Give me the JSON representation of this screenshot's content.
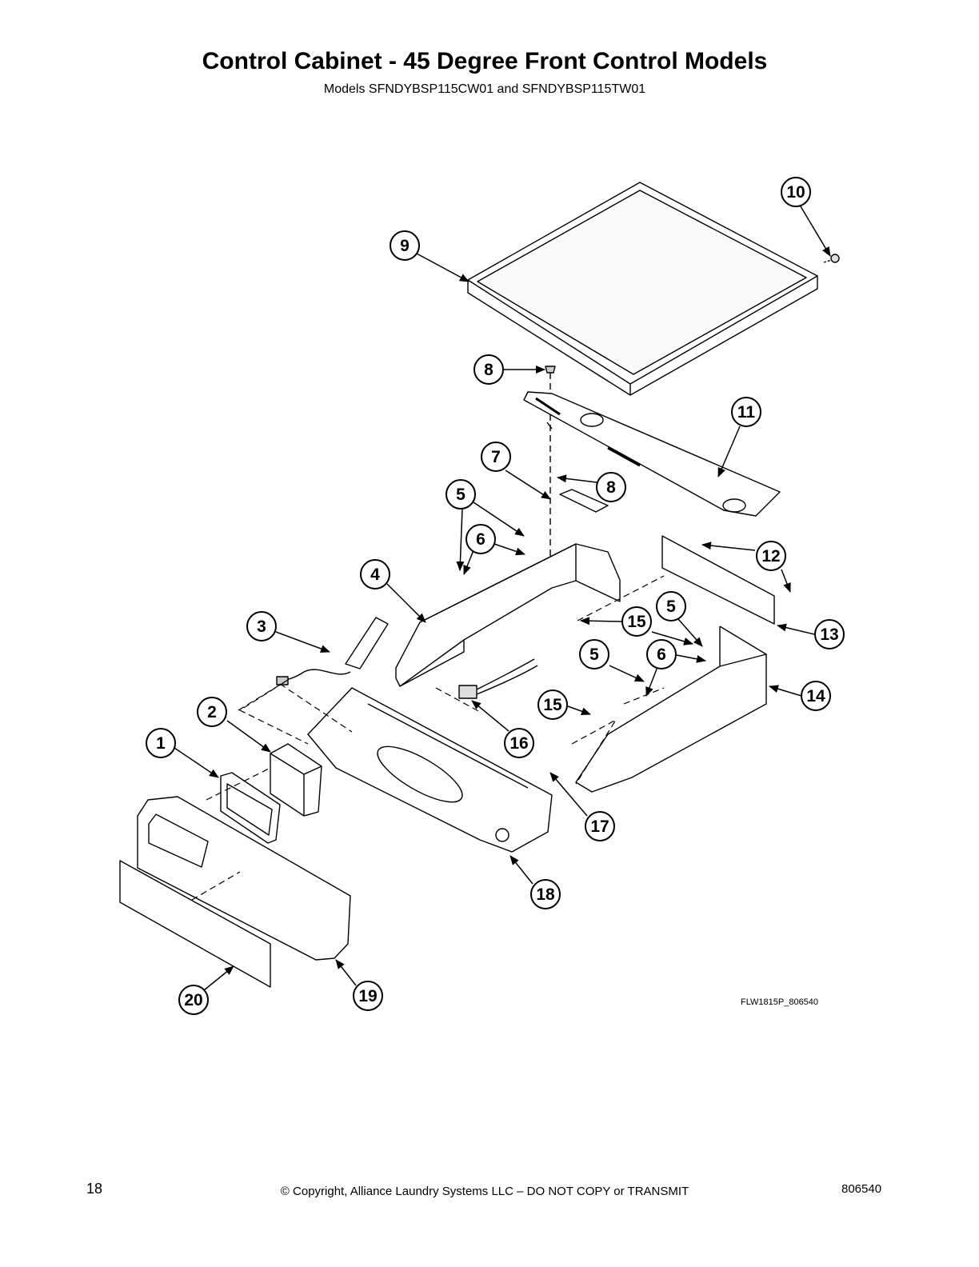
{
  "header": {
    "title": "Control Cabinet - 45 Degree Front Control Models",
    "subtitle": "Models SFNDYBSP115CW01 and SFNDYBSP115TW01"
  },
  "diagram": {
    "reference_code": "FLW1815P_806540",
    "callouts": [
      {
        "id": "c10",
        "label": "10"
      },
      {
        "id": "c9",
        "label": "9"
      },
      {
        "id": "c8a",
        "label": "8"
      },
      {
        "id": "c11",
        "label": "11"
      },
      {
        "id": "c7",
        "label": "7"
      },
      {
        "id": "c8b",
        "label": "8"
      },
      {
        "id": "c5a",
        "label": "5"
      },
      {
        "id": "c6a",
        "label": "6"
      },
      {
        "id": "c4",
        "label": "4"
      },
      {
        "id": "c12",
        "label": "12"
      },
      {
        "id": "c3",
        "label": "3"
      },
      {
        "id": "c15a",
        "label": "15"
      },
      {
        "id": "c5b",
        "label": "5"
      },
      {
        "id": "c13",
        "label": "13"
      },
      {
        "id": "c5c",
        "label": "5"
      },
      {
        "id": "c6b",
        "label": "6"
      },
      {
        "id": "c14",
        "label": "14"
      },
      {
        "id": "c15b",
        "label": "15"
      },
      {
        "id": "c2",
        "label": "2"
      },
      {
        "id": "c1",
        "label": "1"
      },
      {
        "id": "c16",
        "label": "16"
      },
      {
        "id": "c17",
        "label": "17"
      },
      {
        "id": "c18",
        "label": "18"
      },
      {
        "id": "c20",
        "label": "20"
      },
      {
        "id": "c19",
        "label": "19"
      }
    ]
  },
  "footer": {
    "page_number": "18",
    "copyright": "© Copyright, Alliance Laundry Systems LLC – DO NOT COPY or TRANSMIT",
    "doc_number": "806540"
  }
}
